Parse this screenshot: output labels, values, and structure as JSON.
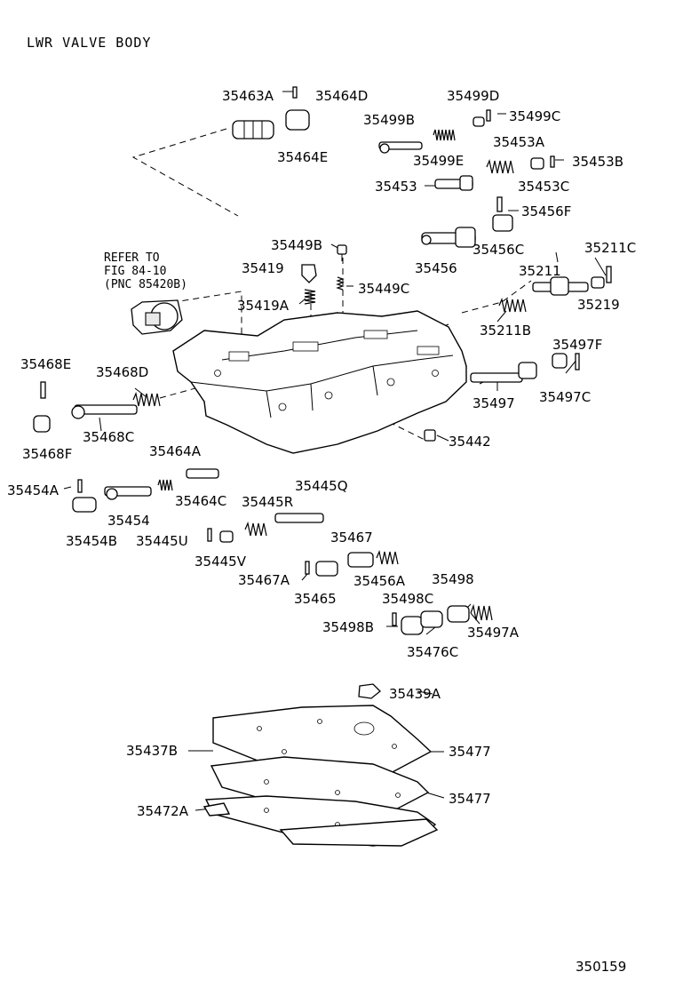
{
  "title": "LWR VALVE BODY",
  "note": {
    "line1": "REFER TO",
    "line2": "FIG 84-10",
    "line3": "(PNC 85420B)"
  },
  "figure_number": "350159",
  "labels": {
    "p35463A": "35463A",
    "p35464D": "35464D",
    "p35464E": "35464E",
    "p35499D": "35499D",
    "p35499B": "35499B",
    "p35499C": "35499C",
    "p35499E": "35499E",
    "p35453A": "35453A",
    "p35453B": "35453B",
    "p35453": "35453",
    "p35453C": "35453C",
    "p35456F": "35456F",
    "p35449B": "35449B",
    "p35456C": "35456C",
    "p35211C": "35211C",
    "p35419": "35419",
    "p35456": "35456",
    "p35211": "35211",
    "p35449C": "35449C",
    "p35219": "35219",
    "p35419A": "35419A",
    "p35211B": "35211B",
    "p35497F": "35497F",
    "p35468E": "35468E",
    "p35468D": "35468D",
    "p35497C": "35497C",
    "p35497": "35497",
    "p35468C": "35468C",
    "p35442": "35442",
    "p35468F": "35468F",
    "p35464A": "35464A",
    "p35445Q": "35445Q",
    "p35454A": "35454A",
    "p35464C": "35464C",
    "p35445R": "35445R",
    "p35454": "35454",
    "p35454B": "35454B",
    "p35445U": "35445U",
    "p35467": "35467",
    "p35445V": "35445V",
    "p35467A": "35467A",
    "p35456A": "35456A",
    "p35498": "35498",
    "p35465": "35465",
    "p35498C": "35498C",
    "p35498B": "35498B",
    "p35497A": "35497A",
    "p35476C": "35476C",
    "p35439A": "35439A",
    "p35437B": "35437B",
    "p35477a": "35477",
    "p35477b": "35477",
    "p35472A": "35472A"
  }
}
